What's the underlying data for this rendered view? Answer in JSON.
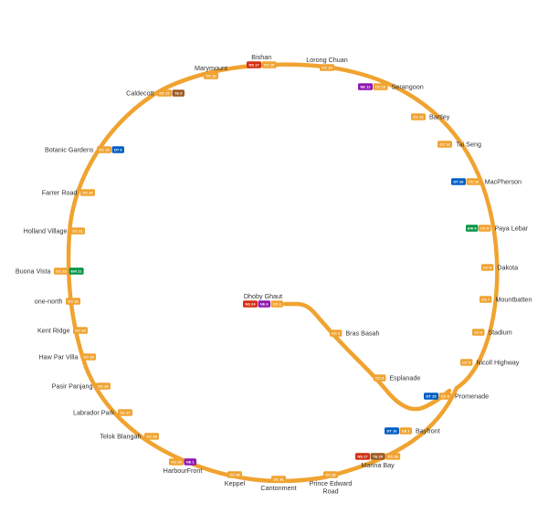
{
  "colors": {
    "circle_line": "#f0a330",
    "north_south": "#d42e12",
    "north_east": "#9016b2",
    "downtown": "#005ec4",
    "east_west": "#009645",
    "thomson_east_coast": "#9d5b25",
    "station_text": "#333333"
  },
  "stations": [
    {
      "id": "dhoby-ghaut",
      "name": [
        "Dhoby Ghaut"
      ],
      "codes": [
        {
          "code": "NS 24",
          "line": "north_south"
        },
        {
          "code": "NE 6",
          "line": "north_east"
        },
        {
          "code": "CC 1",
          "line": "circle_line"
        }
      ]
    },
    {
      "id": "bras-basah",
      "name": [
        "Bras Basah"
      ],
      "codes": [
        {
          "code": "CC 2",
          "line": "circle_line"
        }
      ]
    },
    {
      "id": "esplanade",
      "name": [
        "Esplanade"
      ],
      "codes": [
        {
          "code": "CC 3",
          "line": "circle_line"
        }
      ]
    },
    {
      "id": "promenade",
      "name": [
        "Promenade"
      ],
      "codes": [
        {
          "code": "DT 15",
          "line": "downtown"
        },
        {
          "code": "CC 4",
          "line": "circle_line"
        }
      ]
    },
    {
      "id": "nicoll-highway",
      "name": [
        "Nicoll Highway"
      ],
      "codes": [
        {
          "code": "CC 5",
          "line": "circle_line"
        }
      ]
    },
    {
      "id": "stadium",
      "name": [
        "Stadium"
      ],
      "codes": [
        {
          "code": "CC 6",
          "line": "circle_line"
        }
      ]
    },
    {
      "id": "mountbatten",
      "name": [
        "Mountbatten"
      ],
      "codes": [
        {
          "code": "CC 7",
          "line": "circle_line"
        }
      ]
    },
    {
      "id": "dakota",
      "name": [
        "Dakota"
      ],
      "codes": [
        {
          "code": "CC 8",
          "line": "circle_line"
        }
      ]
    },
    {
      "id": "paya-lebar",
      "name": [
        "Paya Lebar"
      ],
      "codes": [
        {
          "code": "EW 8",
          "line": "east_west"
        },
        {
          "code": "CC 9",
          "line": "circle_line"
        }
      ]
    },
    {
      "id": "macpherson",
      "name": [
        "MacPherson"
      ],
      "codes": [
        {
          "code": "DT 26",
          "line": "downtown"
        },
        {
          "code": "CC 10",
          "line": "circle_line"
        }
      ]
    },
    {
      "id": "tai-seng",
      "name": [
        "Tai Seng"
      ],
      "codes": [
        {
          "code": "CC 11",
          "line": "circle_line"
        }
      ]
    },
    {
      "id": "bartley",
      "name": [
        "Bartley"
      ],
      "codes": [
        {
          "code": "CC 12",
          "line": "circle_line"
        }
      ]
    },
    {
      "id": "serangoon",
      "name": [
        "Serangoon"
      ],
      "codes": [
        {
          "code": "NE 12",
          "line": "north_east"
        },
        {
          "code": "CC 13",
          "line": "circle_line"
        }
      ]
    },
    {
      "id": "lorong-chuan",
      "name": [
        "Lorong Chuan"
      ],
      "codes": [
        {
          "code": "CC 14",
          "line": "circle_line"
        }
      ]
    },
    {
      "id": "bishan",
      "name": [
        "Bishan"
      ],
      "codes": [
        {
          "code": "NS 17",
          "line": "north_south"
        },
        {
          "code": "CC 15",
          "line": "circle_line"
        }
      ]
    },
    {
      "id": "marymount",
      "name": [
        "Marymount"
      ],
      "codes": [
        {
          "code": "CC 16",
          "line": "circle_line"
        }
      ]
    },
    {
      "id": "caldecott",
      "name": [
        "Caldecott"
      ],
      "codes": [
        {
          "code": "CC 17",
          "line": "circle_line"
        },
        {
          "code": "TE 9",
          "line": "thomson_east_coast"
        }
      ]
    },
    {
      "id": "botanic-gardens",
      "name": [
        "Botanic Gardens"
      ],
      "codes": [
        {
          "code": "CC 19",
          "line": "circle_line"
        },
        {
          "code": "DT 9",
          "line": "downtown"
        }
      ]
    },
    {
      "id": "farrer-road",
      "name": [
        "Farrer Road"
      ],
      "codes": [
        {
          "code": "CC 20",
          "line": "circle_line"
        }
      ]
    },
    {
      "id": "holland-village",
      "name": [
        "Holland Village"
      ],
      "codes": [
        {
          "code": "CC 21",
          "line": "circle_line"
        }
      ]
    },
    {
      "id": "buona-vista",
      "name": [
        "Buona Vista"
      ],
      "codes": [
        {
          "code": "CC 22",
          "line": "circle_line"
        },
        {
          "code": "EW 21",
          "line": "east_west"
        }
      ]
    },
    {
      "id": "one-north",
      "name": [
        "one-north"
      ],
      "codes": [
        {
          "code": "CC 23",
          "line": "circle_line"
        }
      ]
    },
    {
      "id": "kent-ridge",
      "name": [
        "Kent Ridge"
      ],
      "codes": [
        {
          "code": "CC 24",
          "line": "circle_line"
        }
      ]
    },
    {
      "id": "haw-par-villa",
      "name": [
        "Haw Par Villa"
      ],
      "codes": [
        {
          "code": "CC 25",
          "line": "circle_line"
        }
      ]
    },
    {
      "id": "pasir-panjang",
      "name": [
        "Pasir Panjang"
      ],
      "codes": [
        {
          "code": "CC 26",
          "line": "circle_line"
        }
      ]
    },
    {
      "id": "labrador-park",
      "name": [
        "Labrador Park"
      ],
      "codes": [
        {
          "code": "CC 27",
          "line": "circle_line"
        }
      ]
    },
    {
      "id": "telok-blangah",
      "name": [
        "Telok Blangah"
      ],
      "codes": [
        {
          "code": "CC 28",
          "line": "circle_line"
        }
      ]
    },
    {
      "id": "harbourfront",
      "name": [
        "HarbourFront"
      ],
      "codes": [
        {
          "code": "CC 29",
          "line": "circle_line"
        },
        {
          "code": "NE 1",
          "line": "north_east"
        }
      ]
    },
    {
      "id": "keppel",
      "name": [
        "Keppel"
      ],
      "codes": [
        {
          "code": "CC 30",
          "line": "circle_line"
        }
      ]
    },
    {
      "id": "cantonment",
      "name": [
        "Cantonment"
      ],
      "codes": [
        {
          "code": "CC 31",
          "line": "circle_line"
        }
      ]
    },
    {
      "id": "prince-edward-road",
      "name": [
        "Prince Edward",
        "Road"
      ],
      "codes": [
        {
          "code": "CC 32",
          "line": "circle_line"
        }
      ]
    },
    {
      "id": "marina-bay",
      "name": [
        "Marina Bay"
      ],
      "codes": [
        {
          "code": "NS 27",
          "line": "north_south"
        },
        {
          "code": "TE 20",
          "line": "thomson_east_coast"
        },
        {
          "code": "CC 33",
          "line": "circle_line"
        }
      ]
    },
    {
      "id": "bayfront",
      "name": [
        "Bayfront"
      ],
      "codes": [
        {
          "code": "DT 16",
          "line": "downtown"
        },
        {
          "code": "CE 1",
          "line": "circle_line"
        }
      ]
    }
  ]
}
